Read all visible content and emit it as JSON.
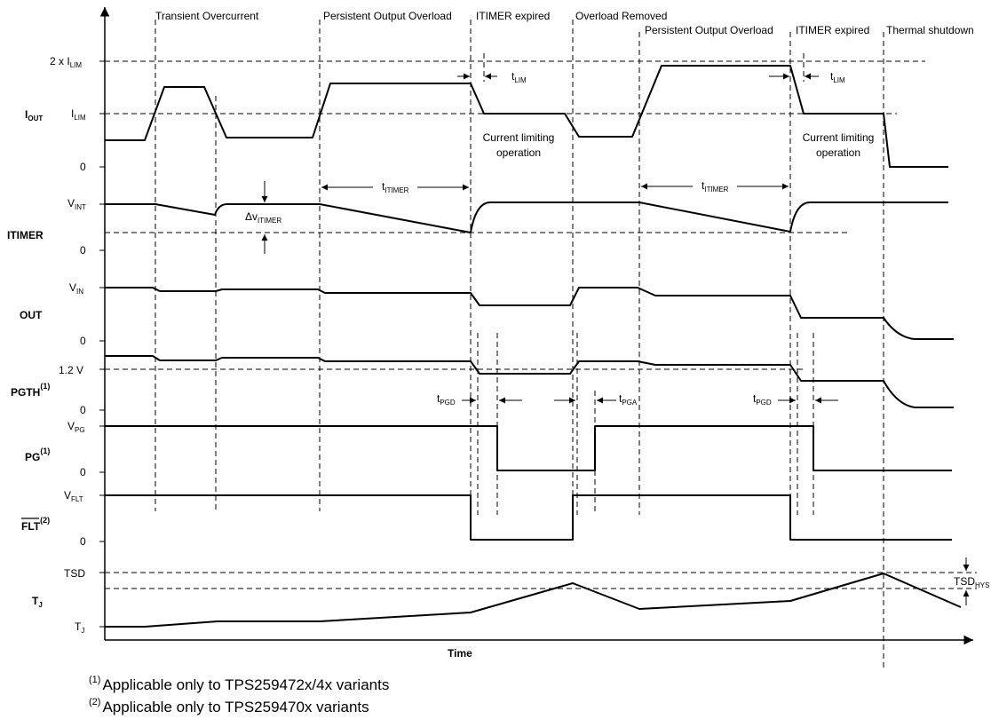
{
  "events": {
    "transient": "Transient Overcurrent",
    "persistent1": "Persistent Output Overload",
    "expired1": "ITIMER expired",
    "removed": "Overload Removed",
    "persistent2": "Persistent Output Overload",
    "expired2": "ITIMER expired",
    "thermal": "Thermal shutdown"
  },
  "signals": {
    "iout": {
      "main": "I",
      "sub": "OUT"
    },
    "itimer": {
      "main": "ITIMER"
    },
    "out": {
      "main": "OUT"
    },
    "pgth": {
      "main": "PGTH",
      "sup": "(1)"
    },
    "pg": {
      "main": "PG",
      "sup": "(1)"
    },
    "flt": {
      "main": "FLT",
      "sup": "(2)"
    },
    "tj": {
      "main": "T",
      "sub": "J"
    }
  },
  "levels": {
    "two_ilim": {
      "prefix": "2 x I",
      "sub": "LIM"
    },
    "ilim": {
      "main": "I",
      "sub": "LIM"
    },
    "zero": "0",
    "vint": {
      "main": "V",
      "sub": "INT"
    },
    "vin": {
      "main": "V",
      "sub": "IN"
    },
    "v12": "1.2 V",
    "vpg": {
      "main": "V",
      "sub": "PG"
    },
    "vflt": {
      "main": "V",
      "sub": "FLT"
    },
    "tsd": "TSD",
    "tj": {
      "main": "T",
      "sub": "J"
    }
  },
  "annotations": {
    "tlim": {
      "main": "t",
      "sub": "LIM"
    },
    "titimer": {
      "main": "t",
      "sub": "ITIMER"
    },
    "dvitimer": {
      "main": "Δv",
      "sub": "ITIMER"
    },
    "tpgd": {
      "main": "t",
      "sub": "PGD"
    },
    "tpga": {
      "main": "t",
      "sub": "PGA"
    },
    "tsdhys": {
      "main": "TSD",
      "sub": "HYS"
    },
    "current_limiting_1": "Current limiting",
    "current_limiting_2": "operation"
  },
  "axis": {
    "time": "Time"
  },
  "footnotes": {
    "note1": {
      "mark": "(1)",
      "text": "Applicable only to TPS259472x/4x variants"
    },
    "note2": {
      "mark": "(2)",
      "text": "Applicable only to TPS259470x variants"
    }
  }
}
